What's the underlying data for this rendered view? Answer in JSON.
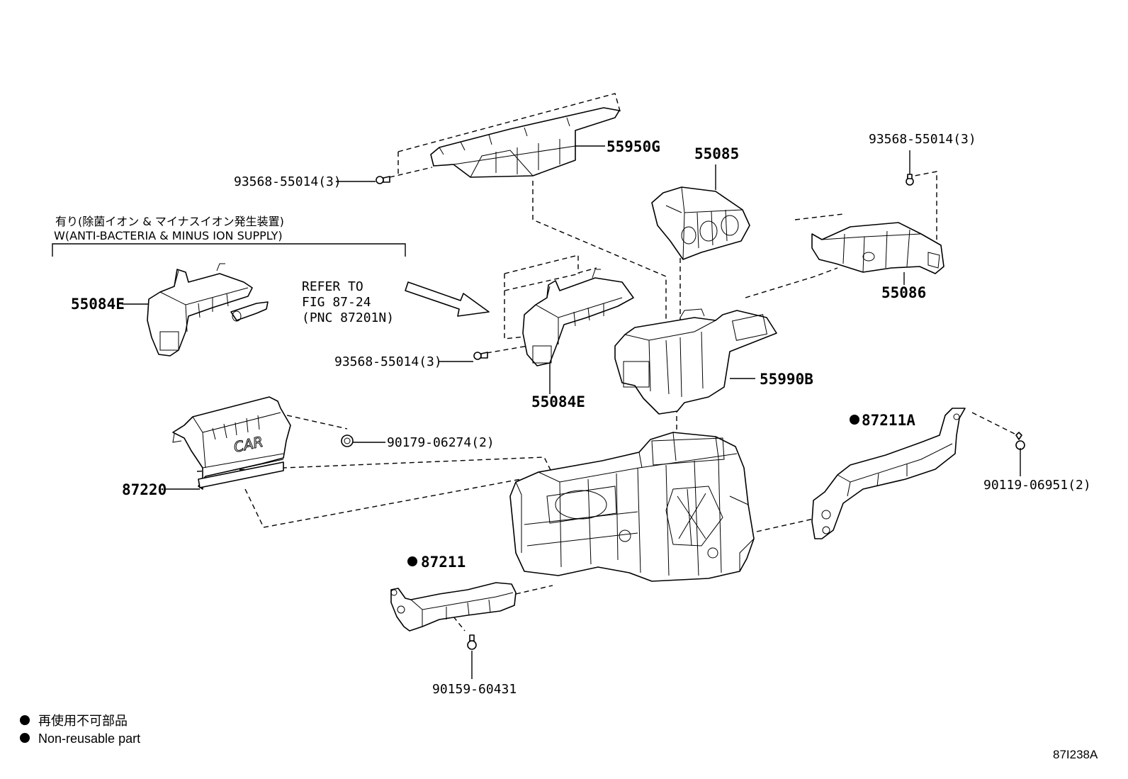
{
  "labels": {
    "p55950G": "55950G",
    "p55085": "55085",
    "p55086": "55086",
    "p55084E_left": "55084E",
    "p55084E_mid": "55084E",
    "p55990B": "55990B",
    "p87211A": "87211A",
    "p87211": "87211",
    "p87220": "87220",
    "bolt_top": "93568-55014(3)",
    "bolt_right": "93568-55014(3)",
    "bolt_mid": "93568-55014(3)",
    "nut_90179": "90179-06274(2)",
    "bolt_90119": "90119-06951(2)",
    "bolt_90159": "90159-60431"
  },
  "option_note": {
    "jp": "有り(除菌イオン & マイナスイオン発生装置)",
    "en": "W(ANTI-BACTERIA & MINUS ION SUPPLY)"
  },
  "refer": {
    "line1": "REFER TO",
    "line2": "FIG 87-24",
    "line3": "(PNC 87201N)"
  },
  "legend": {
    "jp": "再使用不可部品",
    "en": "Non-reusable part"
  },
  "figure_id": "87I238A",
  "embossed_text": "CAR",
  "colors": {
    "ink": "#000000",
    "paper": "#ffffff"
  }
}
